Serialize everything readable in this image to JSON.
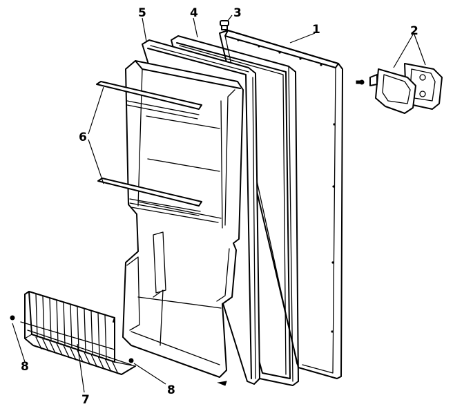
{
  "callouts": {
    "c1": "1",
    "c2": "2",
    "c3": "3",
    "c4": "4",
    "c5": "5",
    "c6": "6",
    "c7": "7",
    "c8a": "8",
    "c8b": "8"
  },
  "colors": {
    "line": "#000000",
    "background": "#ffffff"
  }
}
